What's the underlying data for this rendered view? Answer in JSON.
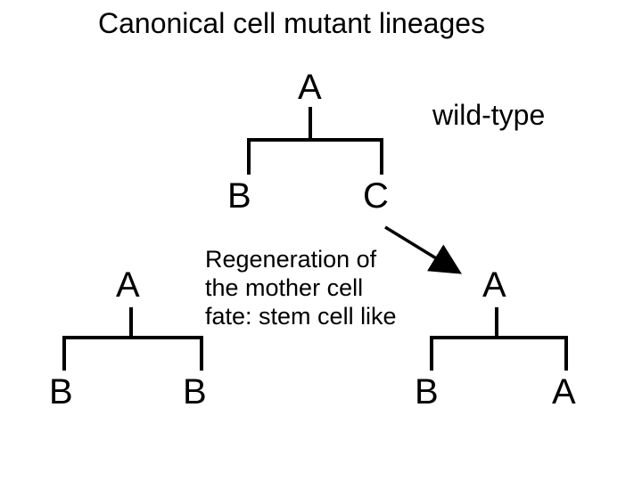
{
  "title": "Canonical cell mutant lineages",
  "labels": {
    "wild_type": "wild-type",
    "regeneration_line1": "Regeneration of",
    "regeneration_line2": "the mother cell",
    "regeneration_line3": "fate: stem cell like"
  },
  "wild_type_tree": {
    "parent": "A",
    "children": [
      "B",
      "C"
    ]
  },
  "mutant_tree_left": {
    "parent": "A",
    "children": [
      "B",
      "B"
    ]
  },
  "mutant_tree_right": {
    "parent": "A",
    "children": [
      "B",
      "A"
    ]
  },
  "colors": {
    "ink": "#000000",
    "background": "#ffffff"
  }
}
